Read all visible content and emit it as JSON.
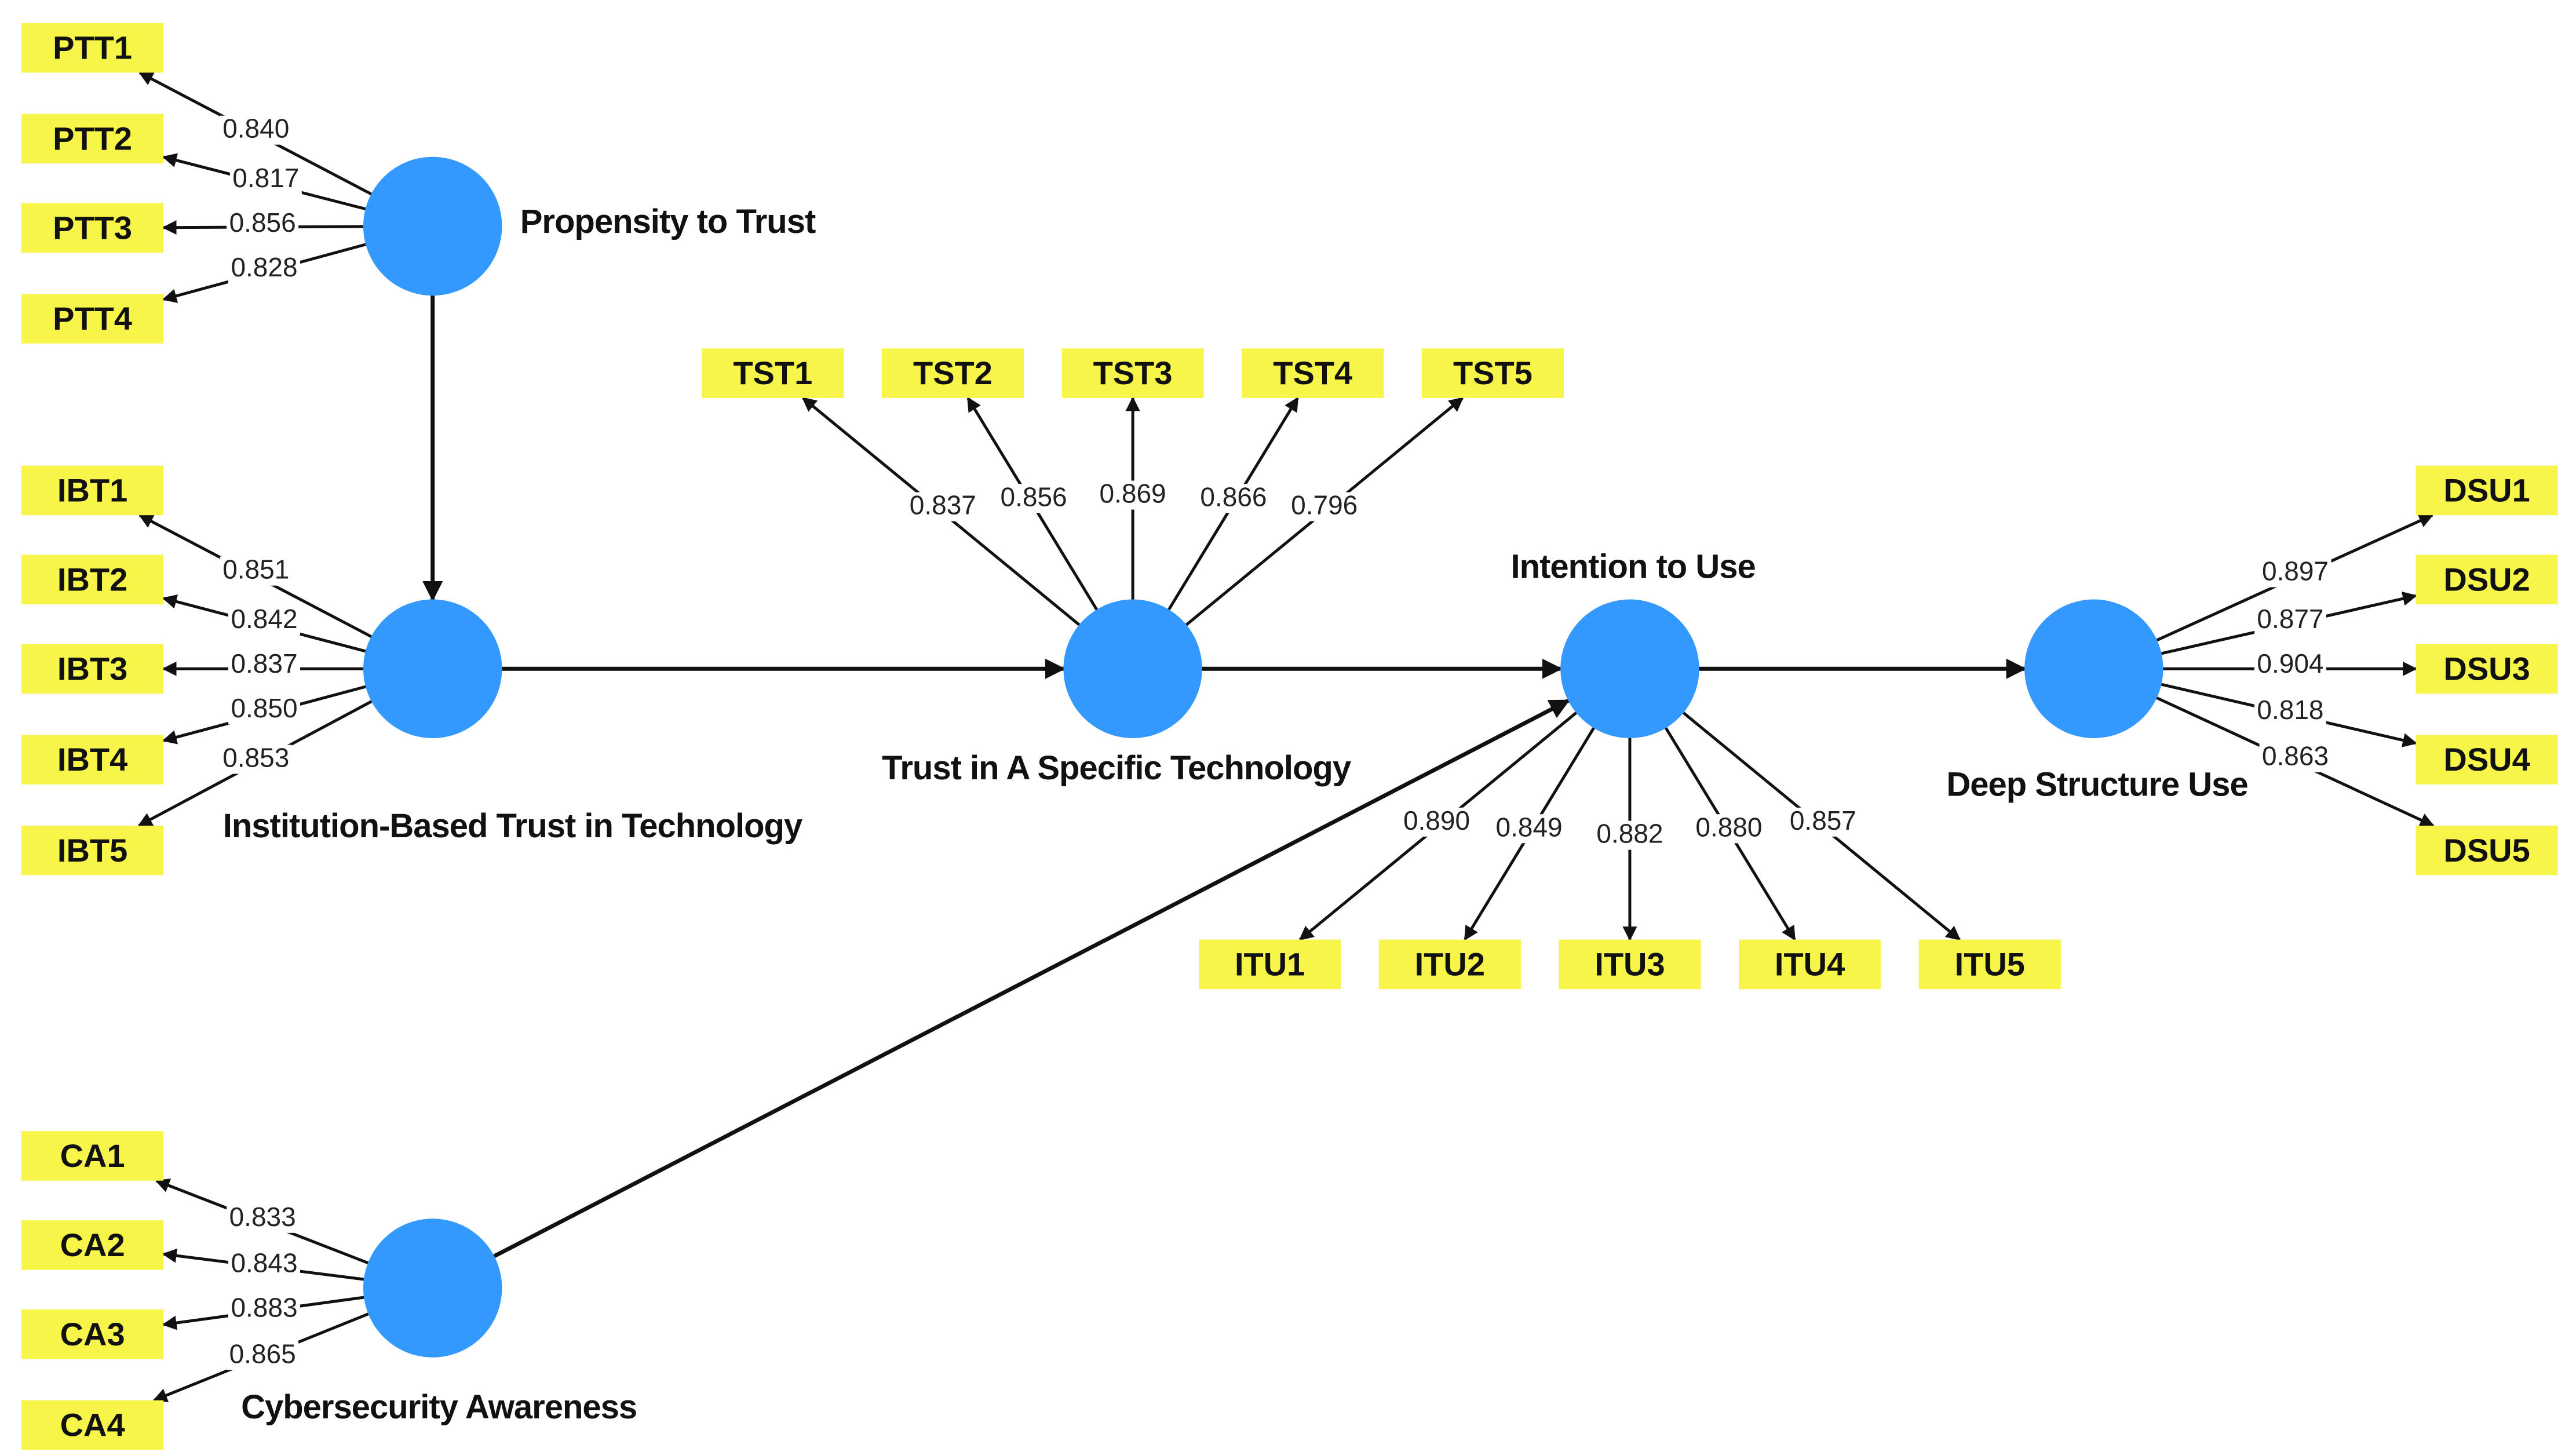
{
  "constructs": {
    "ptt": {
      "label": "Propensity to Trust"
    },
    "ibt": {
      "label": "Institution-Based Trust in Technology"
    },
    "tst": {
      "label": "Trust in A Specific Technology"
    },
    "itu": {
      "label": "Intention to Use"
    },
    "dsu": {
      "label": "Deep Structure Use"
    },
    "ca": {
      "label": "Cybersecurity Awareness"
    }
  },
  "indicators": {
    "ptt": [
      {
        "name": "PTT1",
        "loading": "0.840"
      },
      {
        "name": "PTT2",
        "loading": "0.817"
      },
      {
        "name": "PTT3",
        "loading": "0.856"
      },
      {
        "name": "PTT4",
        "loading": "0.828"
      }
    ],
    "ibt": [
      {
        "name": "IBT1",
        "loading": "0.851"
      },
      {
        "name": "IBT2",
        "loading": "0.842"
      },
      {
        "name": "IBT3",
        "loading": "0.837"
      },
      {
        "name": "IBT4",
        "loading": "0.850"
      },
      {
        "name": "IBT5",
        "loading": "0.853"
      }
    ],
    "tst": [
      {
        "name": "TST1",
        "loading": "0.837"
      },
      {
        "name": "TST2",
        "loading": "0.856"
      },
      {
        "name": "TST3",
        "loading": "0.869"
      },
      {
        "name": "TST4",
        "loading": "0.866"
      },
      {
        "name": "TST5",
        "loading": "0.796"
      }
    ],
    "itu": [
      {
        "name": "ITU1",
        "loading": "0.890"
      },
      {
        "name": "ITU2",
        "loading": "0.849"
      },
      {
        "name": "ITU3",
        "loading": "0.882"
      },
      {
        "name": "ITU4",
        "loading": "0.880"
      },
      {
        "name": "ITU5",
        "loading": "0.857"
      }
    ],
    "dsu": [
      {
        "name": "DSU1",
        "loading": "0.897"
      },
      {
        "name": "DSU2",
        "loading": "0.877"
      },
      {
        "name": "DSU3",
        "loading": "0.904"
      },
      {
        "name": "DSU4",
        "loading": "0.818"
      },
      {
        "name": "DSU5",
        "loading": "0.863"
      }
    ],
    "ca": [
      {
        "name": "CA1",
        "loading": "0.833"
      },
      {
        "name": "CA2",
        "loading": "0.843"
      },
      {
        "name": "CA3",
        "loading": "0.883"
      },
      {
        "name": "CA4",
        "loading": "0.865"
      }
    ]
  },
  "paths": [
    {
      "from": "ptt",
      "to": "ibt"
    },
    {
      "from": "ibt",
      "to": "tst"
    },
    {
      "from": "tst",
      "to": "itu"
    },
    {
      "from": "ca",
      "to": "itu"
    },
    {
      "from": "itu",
      "to": "dsu"
    }
  ],
  "colors": {
    "construct_fill": "#3399ff",
    "indicator_fill": "#f7f54a",
    "line": "#111111"
  }
}
